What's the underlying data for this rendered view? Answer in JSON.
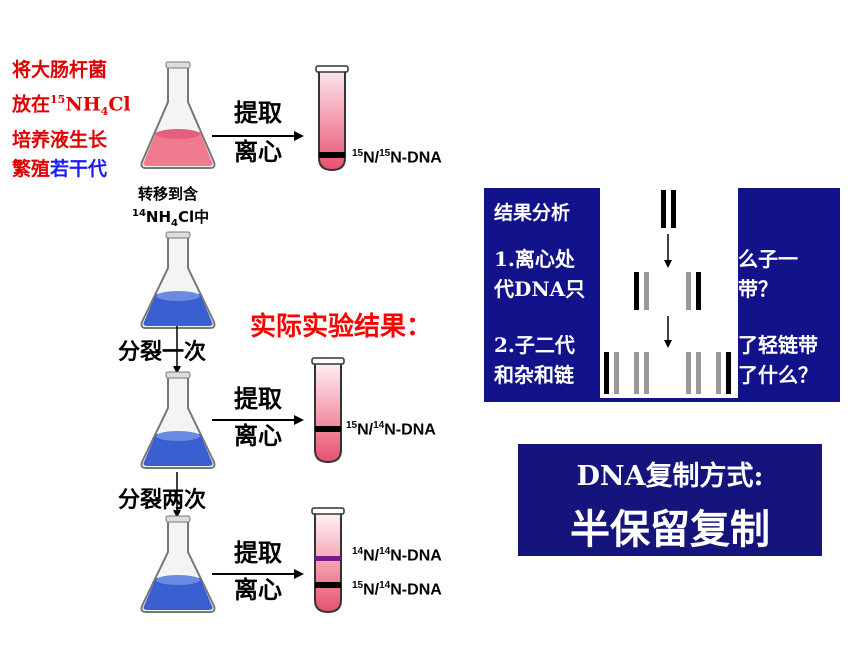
{
  "intro": {
    "line1": "将大肠杆菌",
    "line2_prefix": "放在",
    "line2_sup": "15",
    "line2_mid": "NH",
    "line2_sub": "4",
    "line2_suffix": "Cl",
    "line3": "培养液生长",
    "line4_red": "繁殖",
    "line4_blue": "若干代"
  },
  "transfer": {
    "line1": "转移到含",
    "line2_sup": "14",
    "line2_mid": "NH",
    "line2_sub": "4",
    "line2_suffix": "Cl中"
  },
  "steps": {
    "extract": "提取",
    "centrifuge": "离心"
  },
  "divisions": {
    "once": "分裂一次",
    "twice": "分裂两次"
  },
  "dna_labels": {
    "tube1": {
      "sup_a": "15",
      "text_a": "N/",
      "sup_b": "15",
      "text_b": "N-DNA"
    },
    "tube2": {
      "sup_a": "15",
      "text_a": "N/",
      "sup_b": "14",
      "text_b": "N-DNA"
    },
    "tube3_top": {
      "sup_a": "14",
      "text_a": "N/",
      "sup_b": "14",
      "text_b": "N-DNA"
    },
    "tube3_bottom": {
      "sup_a": "15",
      "text_a": "N/",
      "sup_b": "14",
      "text_b": "N-DNA"
    }
  },
  "result_title": "实际实验结果：",
  "analysis": {
    "heading": "结果分析",
    "q1_line1_a": "1.离心处",
    "q1_line1_b": "么子一",
    "q1_line2_a": "代DNA只",
    "q1_line2_b": "带？",
    "q2_line1_a": "2.子二代",
    "q2_line1_b": "了轻链带",
    "q2_line2_a": "和杂和链",
    "q2_line2_b": "了什么？"
  },
  "conclusion": {
    "line1": "DNA复制方式:",
    "line2": "半保留复制"
  },
  "colors": {
    "red_liquid": "#f07a90",
    "blue_liquid": "#3a5fd0",
    "box_navy": "#12128a",
    "title_red": "#ff0000"
  }
}
